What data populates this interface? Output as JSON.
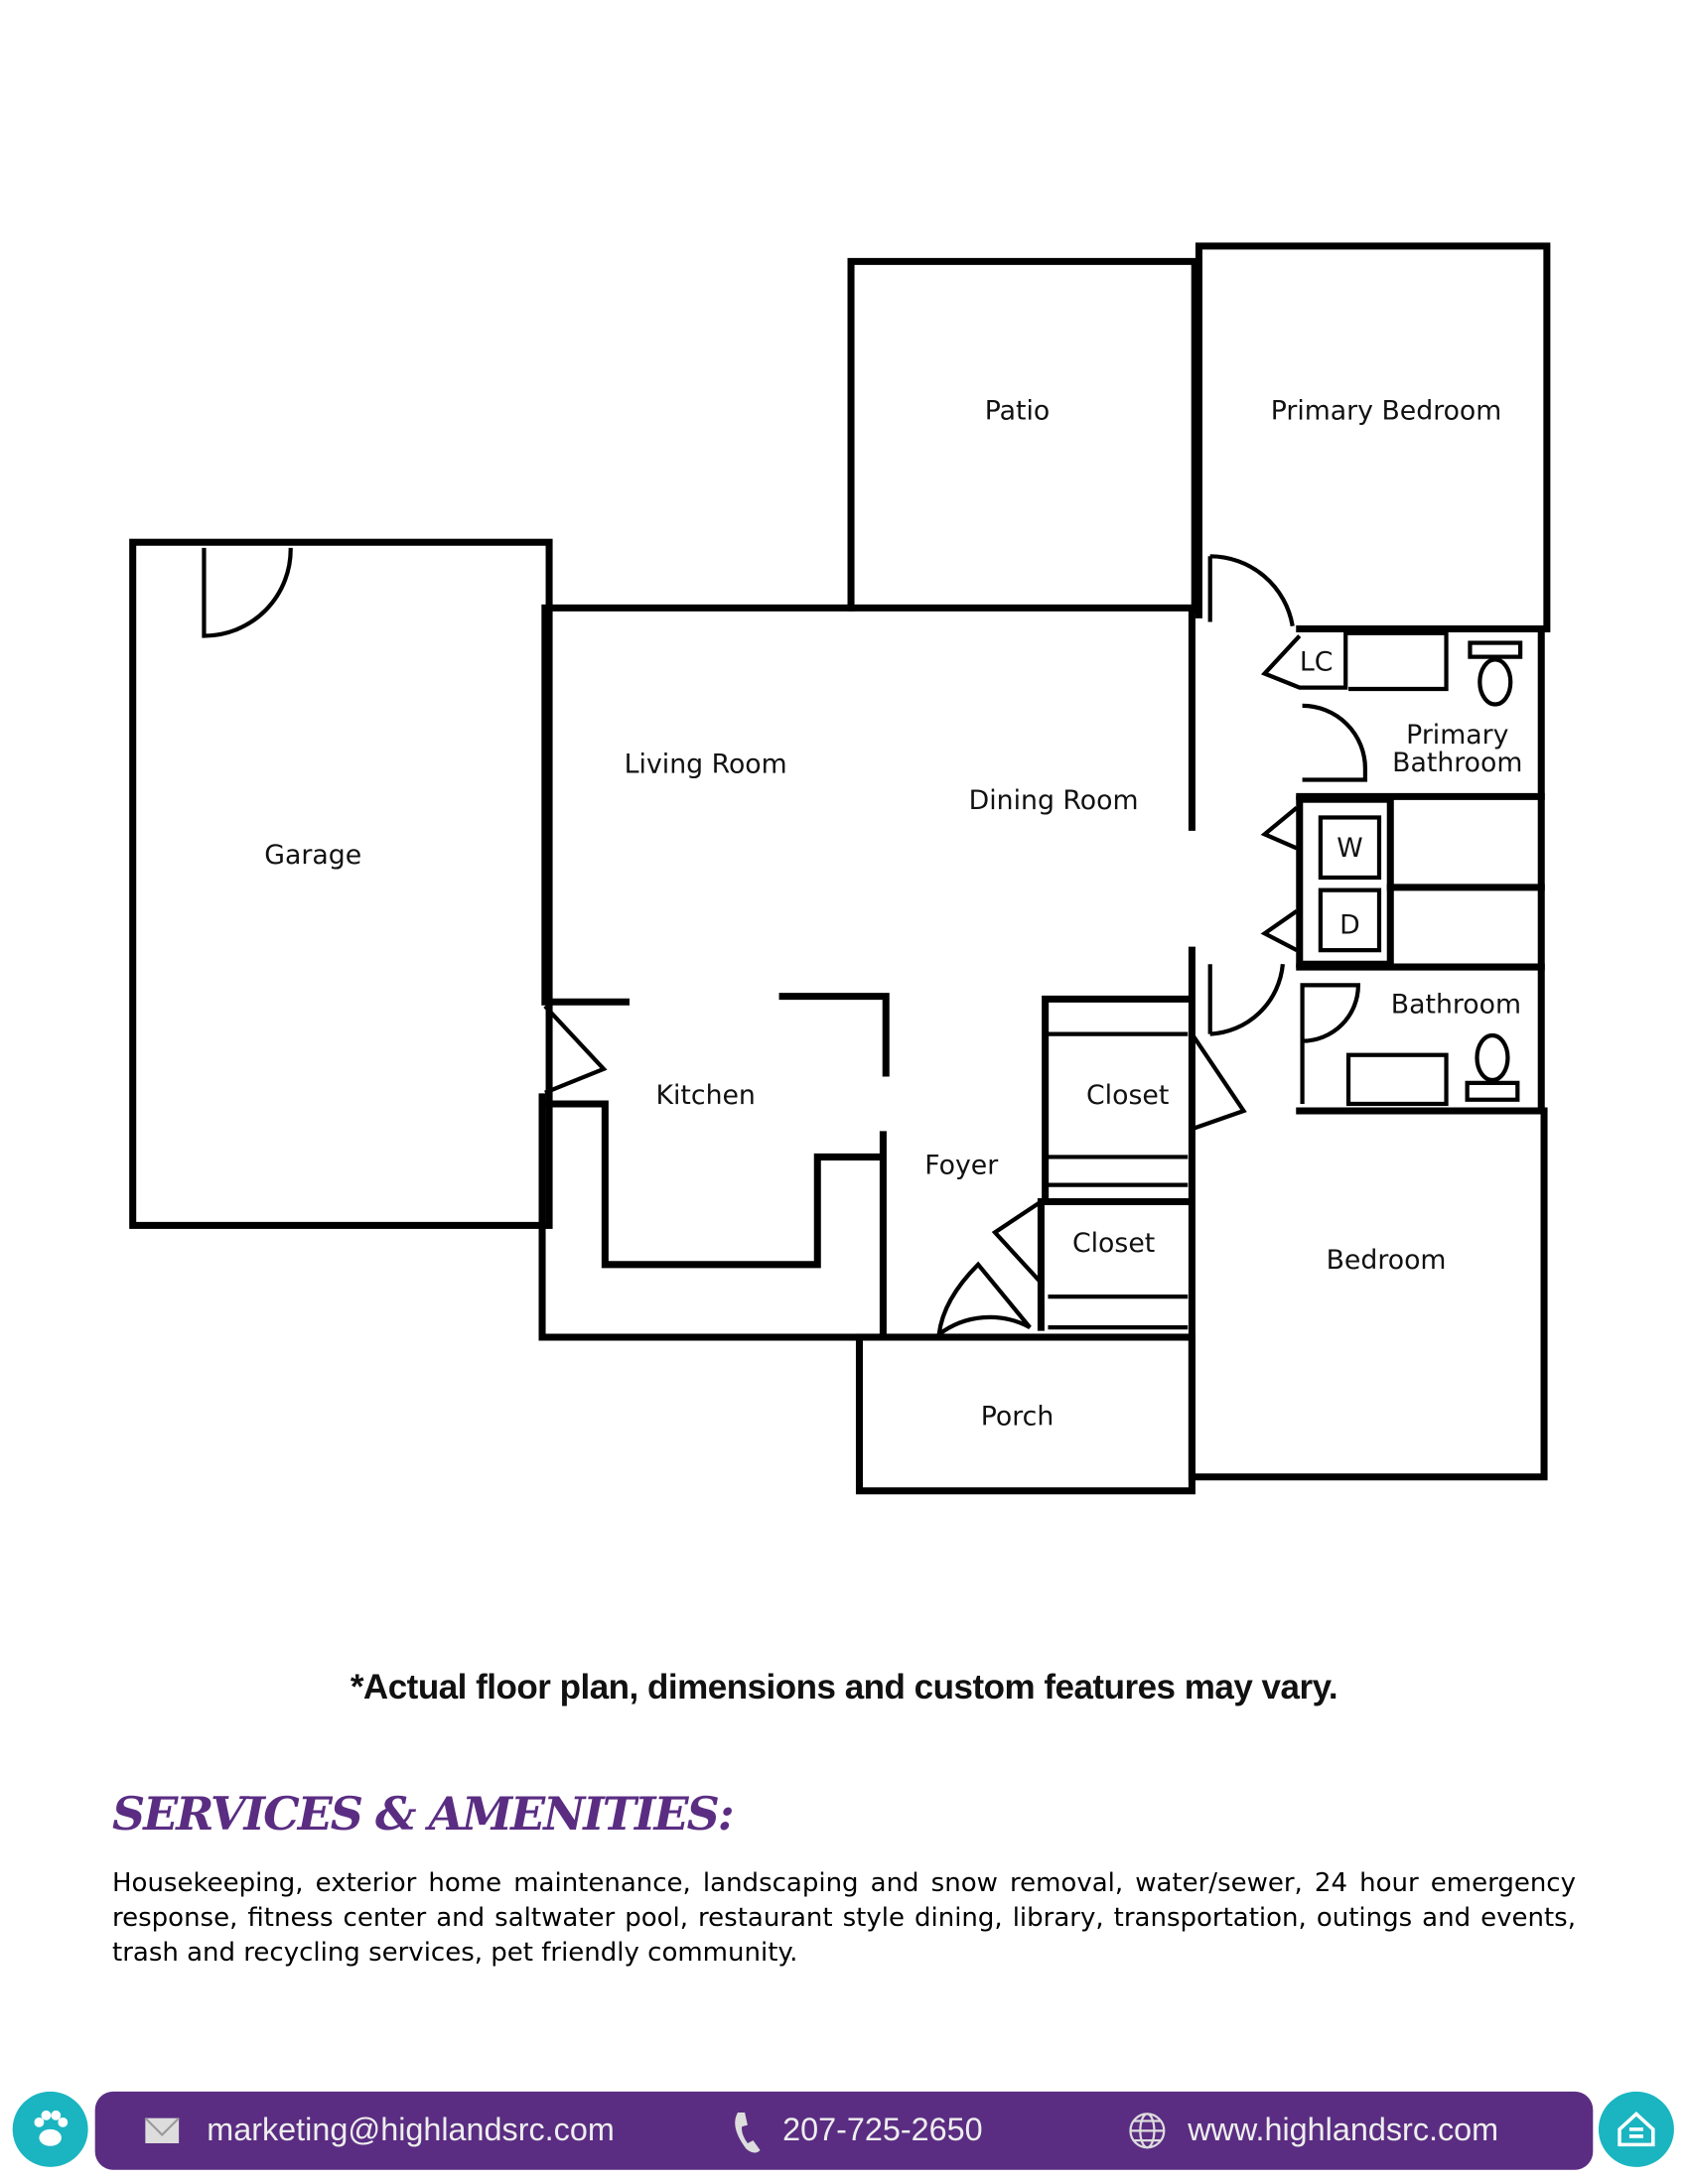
{
  "floor_plan": {
    "rooms": {
      "patio": "Patio",
      "primary_bedroom": "Primary Bedroom",
      "garage": "Garage",
      "living_room": "Living Room",
      "dining_room": "Dining Room",
      "lc": "LC",
      "primary_bathroom_1": "Primary",
      "primary_bathroom_2": "Bathroom",
      "washer": "W",
      "dryer": "D",
      "bathroom": "Bathroom",
      "kitchen": "Kitchen",
      "closet_1": "Closet",
      "foyer": "Foyer",
      "closet_2": "Closet",
      "bedroom": "Bedroom",
      "porch": "Porch"
    }
  },
  "disclaimer": "*Actual floor plan, dimensions and custom features may vary.",
  "services": {
    "heading": "SERVICES & AMENITIES:",
    "text": "Housekeeping, exterior home maintenance, landscaping and snow removal, water/sewer, 24 hour emergency response, fitness center and saltwater pool, restaurant style dining, library, transportation, outings and events, trash and recycling services, pet friendly community."
  },
  "footer": {
    "email": "marketing@highlandsrc.com",
    "phone": "207-725-2650",
    "website": "www.highlandsrc.com",
    "icons": [
      "paw-icon",
      "mail-icon",
      "phone-icon",
      "globe-icon",
      "home-icon"
    ],
    "bar_color": "#5a2d82",
    "circle_color": "#1ab5c1"
  }
}
